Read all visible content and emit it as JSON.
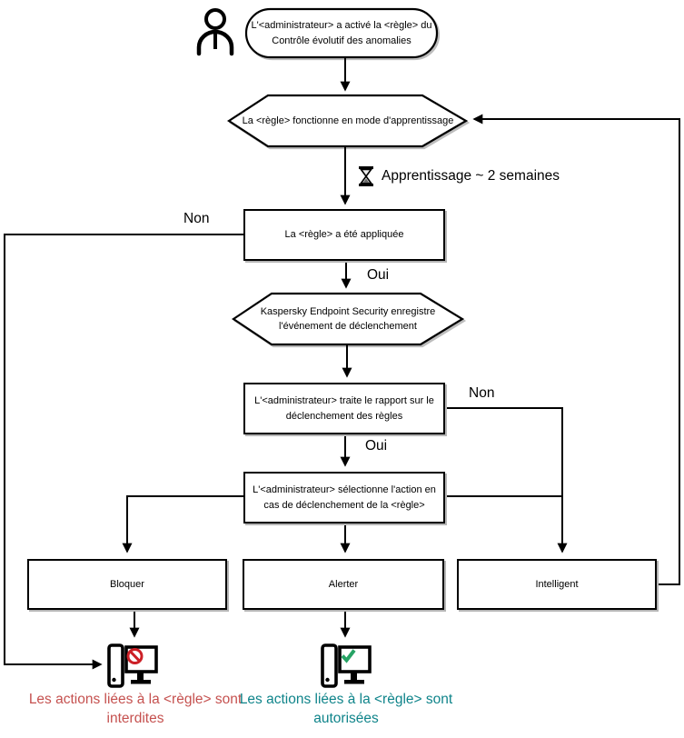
{
  "diagram": {
    "title_hint": "Adaptive Anomaly Control rule workflow (French)",
    "colors": {
      "line": "#000000",
      "blocked_text": "#c5514f",
      "allowed_text": "#0f848a",
      "prohibition_icon": "#cc2027",
      "check_icon": "#27a365",
      "background": "#ffffff"
    },
    "icons": {
      "administrator": "person-icon",
      "learning_duration": "hourglass-icon",
      "blocked_computer": "computer-with-no-entry-icon",
      "allowed_computer": "computer-with-checkmark-icon"
    },
    "nodes": {
      "start": {
        "lines": [
          "L'<administrateur> a activé la <règle> du",
          "Contrôle évolutif des anomalies"
        ]
      },
      "learning_mode": {
        "lines": [
          "La <règle> fonctionne en mode d'apprentissage"
        ]
      },
      "rule_applied": {
        "lines": [
          "La <règle> a été appliquée"
        ]
      },
      "kes_logs": {
        "lines": [
          "Kaspersky Endpoint Security enregistre",
          "l'événement de déclenchement"
        ]
      },
      "admin_report": {
        "lines": [
          "L'<administrateur> traite le rapport sur le",
          "déclenchement des règles"
        ]
      },
      "admin_action": {
        "lines": [
          "L'<administrateur> sélectionne l'action en",
          "cas de déclenchement de la <règle>"
        ]
      },
      "block": {
        "label": "Bloquer"
      },
      "alert": {
        "label": "Alerter"
      },
      "smart": {
        "label": "Intelligent"
      }
    },
    "edge_labels": {
      "non1": "Non",
      "oui1": "Oui",
      "non2": "Non",
      "oui2": "Oui",
      "learning_duration": "Apprentissage ~ 2 semaines"
    },
    "captions": {
      "blocked": {
        "lines": [
          "Les actions liées à la <règle> sont",
          "interdites"
        ]
      },
      "allowed": {
        "lines": [
          "Les actions liées à la <règle> sont",
          "autorisées"
        ]
      }
    }
  }
}
